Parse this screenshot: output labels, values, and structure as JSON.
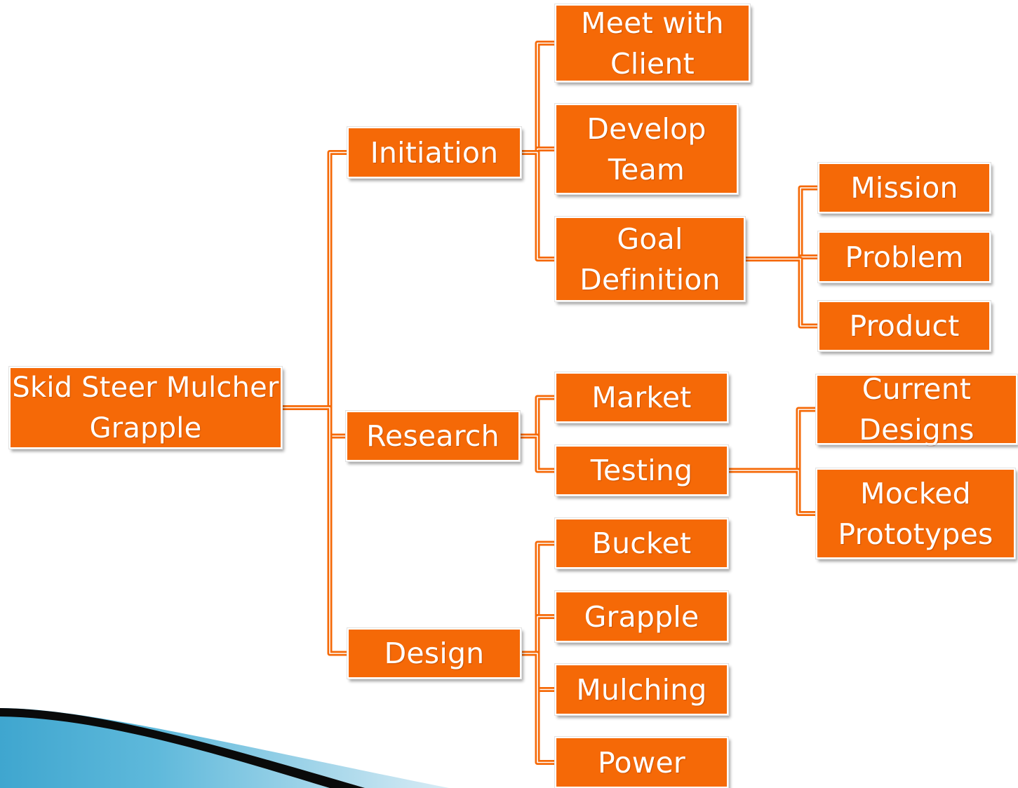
{
  "colors": {
    "node_fill": "#f56907",
    "connector": "#f56907",
    "connector_highlight": "#ffffff",
    "text": "#ffffff",
    "slide_decoration": "#3fa6cf"
  },
  "decoration": {
    "icon": "blue-swoosh-decoration"
  },
  "nodes": {
    "root": {
      "label": "Skid Steer Mulcher\nGrapple"
    },
    "initiation": {
      "label": "Initiation"
    },
    "research": {
      "label": "Research"
    },
    "design": {
      "label": "Design"
    },
    "meet_client": {
      "label": "Meet with\nClient"
    },
    "develop_team": {
      "label": "Develop\nTeam"
    },
    "goal_definition": {
      "label": "Goal\nDefinition"
    },
    "mission": {
      "label": "Mission"
    },
    "problem": {
      "label": "Problem"
    },
    "product": {
      "label": "Product"
    },
    "market": {
      "label": "Market"
    },
    "testing": {
      "label": "Testing"
    },
    "current_designs": {
      "label": "Current\nDesigns"
    },
    "mocked_prototypes": {
      "label": "Mocked\nPrototypes"
    },
    "bucket": {
      "label": "Bucket"
    },
    "grapple": {
      "label": "Grapple"
    },
    "mulching": {
      "label": "Mulching"
    },
    "power": {
      "label": "Power"
    }
  },
  "hierarchy": [
    {
      "parent": "root",
      "children": [
        "initiation",
        "research",
        "design"
      ]
    },
    {
      "parent": "initiation",
      "children": [
        "meet_client",
        "develop_team",
        "goal_definition"
      ]
    },
    {
      "parent": "goal_definition",
      "children": [
        "mission",
        "problem",
        "product"
      ]
    },
    {
      "parent": "research",
      "children": [
        "market",
        "testing"
      ]
    },
    {
      "parent": "testing",
      "children": [
        "current_designs",
        "mocked_prototypes"
      ]
    },
    {
      "parent": "design",
      "children": [
        "bucket",
        "grapple",
        "mulching",
        "power"
      ]
    }
  ]
}
